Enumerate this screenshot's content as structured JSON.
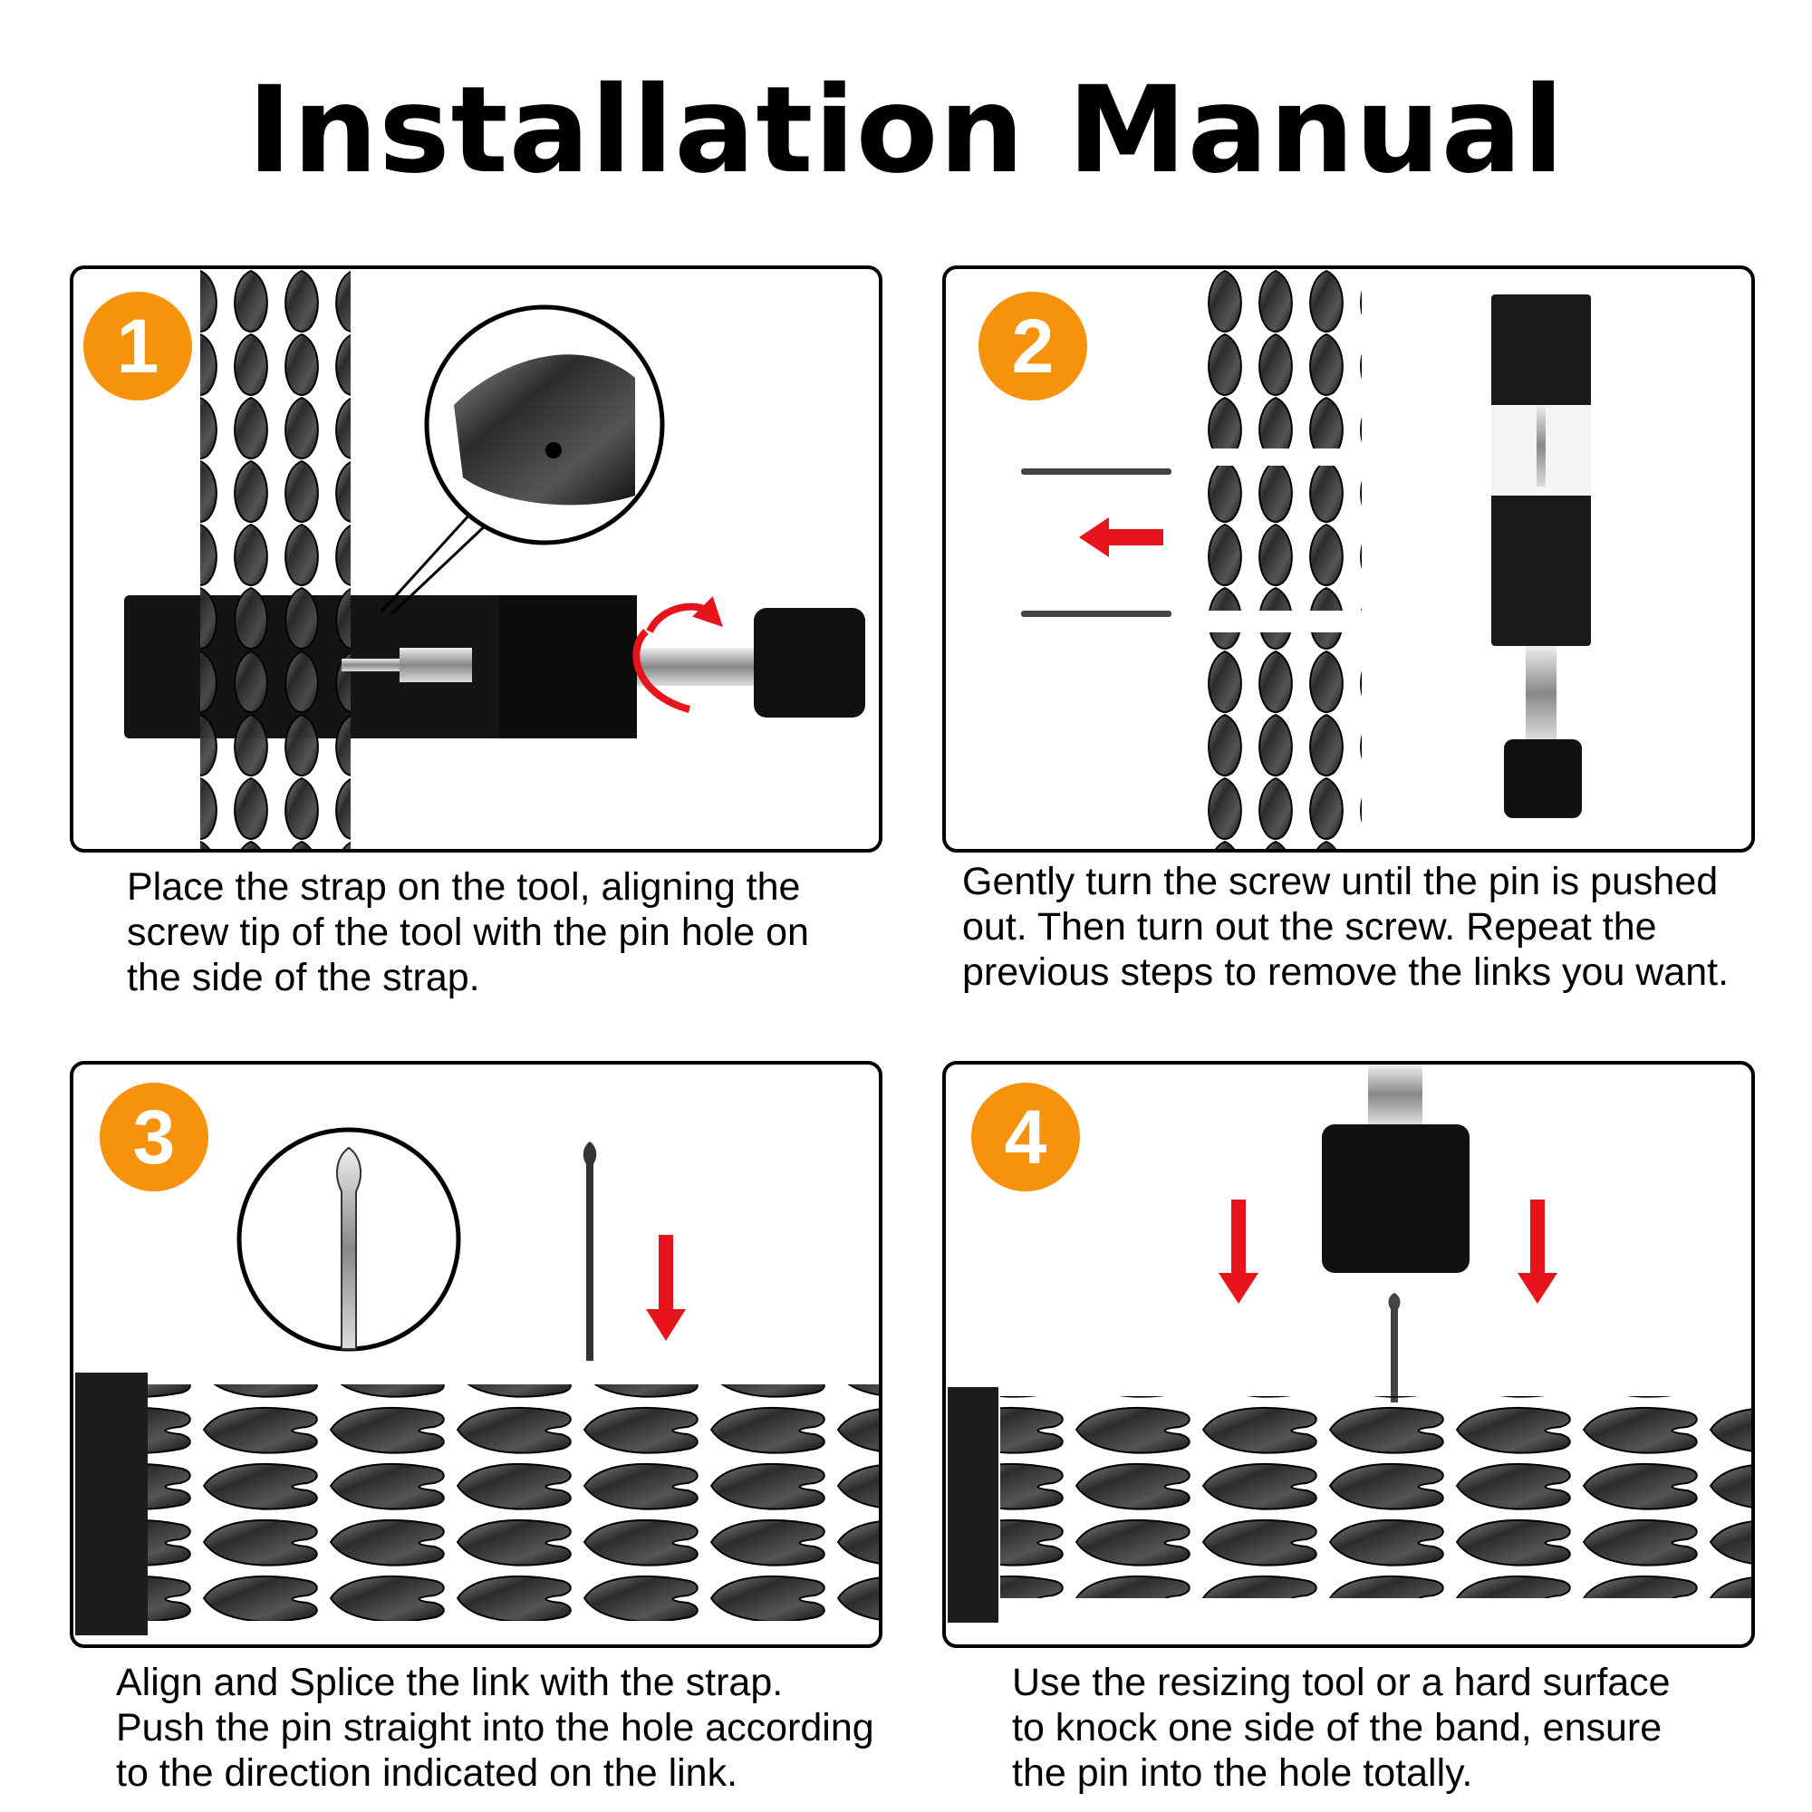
{
  "title": "Installation Manual",
  "accent_color": "#F7920C",
  "arrow_color": "#E8141B",
  "steps": [
    {
      "number": "1",
      "caption": [
        "Place the strap on the tool, aligning the",
        "screw tip of the tool with the pin hole on",
        "the side of the strap."
      ]
    },
    {
      "number": "2",
      "caption": [
        "Gently turn the screw until the pin is pushed",
        "out. Then turn out the screw. Repeat the",
        "previous steps to remove the links you want."
      ]
    },
    {
      "number": "3",
      "caption": [
        "Align and Splice the link with the strap.",
        "Push the pin straight into the hole according",
        "to the direction indicated on the link."
      ]
    },
    {
      "number": "4",
      "caption": [
        "Use the resizing tool or a hard surface",
        "to knock one side of the band, ensure",
        "the pin into the hole totally."
      ]
    }
  ]
}
